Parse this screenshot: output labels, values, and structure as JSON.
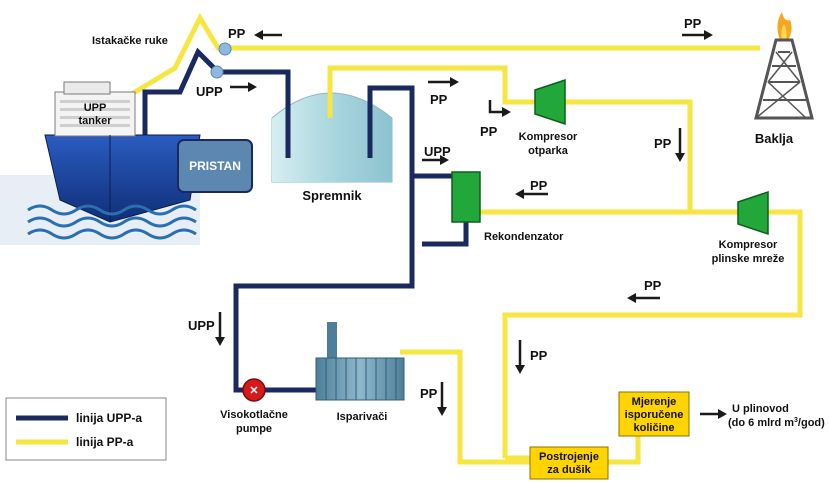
{
  "colors": {
    "upp_line": "#1a2a5e",
    "pp_line": "#f5e642",
    "equipment_green": "#22a83a",
    "tank_blue": "#bfe3ea",
    "pier_blue": "#5b87b0",
    "ship_blue": "#1f4aa5",
    "pump_red": "#d51a1a",
    "box_yellow": "#ffd400"
  },
  "labels": {
    "loading_arms": "Istakačke ruke",
    "tanker": [
      "UPP",
      "tanker"
    ],
    "pier": "PRISTAN",
    "tank": "Spremnik",
    "boiloff_compressor": [
      "Kompresor",
      "otparka"
    ],
    "flare": "Baklja",
    "recondenser": "Rekondenzator",
    "grid_compressor": [
      "Kompresor",
      "plinske mreže"
    ],
    "hp_pumps": [
      "Visokotlačne",
      "pumpe"
    ],
    "vaporizers": "Isparivači",
    "nitrogen_plant": [
      "Postrojenje",
      "za dušik"
    ],
    "metering": [
      "Mjerenje",
      "isporučene",
      "količine"
    ],
    "pipeline_line1": "U plinovod",
    "pipeline_line2_prefix": "(do 6 mlrd m",
    "pipeline_line2_sup": "3",
    "pipeline_line2_suffix": "/god)"
  },
  "flow_labels": {
    "pp_top_arms": "PP",
    "upp_arms": "UPP",
    "pp_top_right": "PP",
    "pp_tank_right": "PP",
    "pp_compressor_left": "PP",
    "pp_down_right": "PP",
    "upp_recondenser": "UPP",
    "pp_to_recondenser": "PP",
    "pp_right_return": "PP",
    "upp_down_left": "UPP",
    "pp_vaporizer_down": "PP",
    "pp_middle_down": "PP"
  },
  "legend": [
    {
      "label": "linija UPP-a",
      "color": "#1a2a5e"
    },
    {
      "label": "linija PP-a",
      "color": "#f5e642"
    }
  ]
}
